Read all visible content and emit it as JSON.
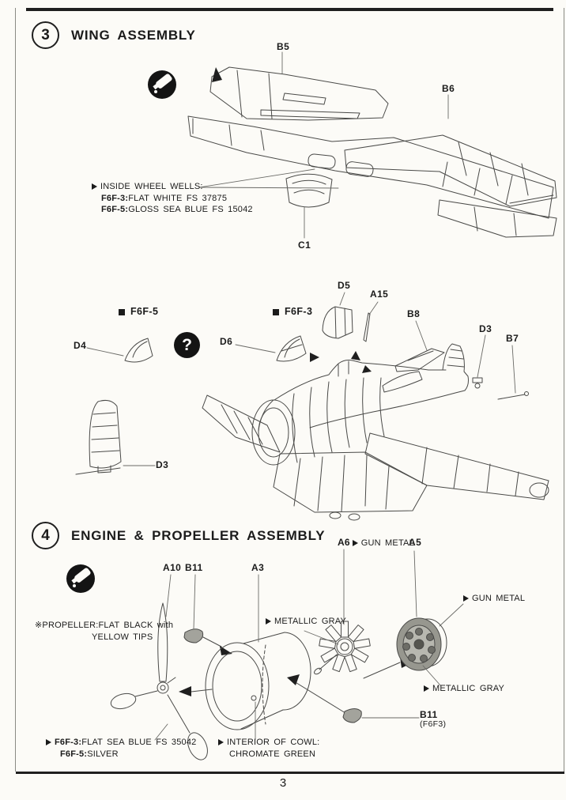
{
  "page": {
    "number": "3"
  },
  "icons": {
    "question_mark": "?"
  },
  "section3": {
    "step": "3",
    "title": "WING ASSEMBLY",
    "parts": {
      "b5": "B5",
      "b6": "B6",
      "c1": "C1"
    },
    "wheel_wells": {
      "header": "INSIDE WHEEL WELLS:",
      "f6f3_part": "F6F-3:",
      "f6f3_color": "FLAT WHITE FS 37875",
      "f6f5_part": "F6F-5:",
      "f6f5_color": "GLOSS SEA BLUE FS 15042"
    }
  },
  "canopy_section": {
    "variant_left": "F6F-5",
    "variant_right": "F6F-3",
    "parts": {
      "d4": "D4",
      "d6": "D6",
      "d5": "D5",
      "a15": "A15",
      "b8": "B8",
      "d3_right": "D3",
      "b7": "B7",
      "d3_left": "D3"
    }
  },
  "section4": {
    "step": "4",
    "title": "ENGINE & PROPELLER ASSEMBLY",
    "parts": {
      "a10": "A10",
      "b11_top": "B11",
      "a3": "A3",
      "a6": "A6",
      "a5": "A5",
      "b11_bottom": "B11",
      "b11_bottom_variant": "(F6F3)"
    },
    "callouts": {
      "gun_metal_a6": "GUN METAL",
      "gun_metal_a5": "GUN METAL",
      "metallic_gray_engine": "METALLIC GRAY",
      "metallic_gray_plate": "METALLIC GRAY"
    },
    "propeller_note": {
      "prefix": "※",
      "label": "PROPELLER:",
      "line1": "FLAT BLACK with",
      "line2": "YELLOW TIPS"
    },
    "paint_note": {
      "f6f3_part": "F6F-3:",
      "f6f3_color": "FLAT SEA BLUE FS 35042",
      "f6f5_part": "F6F-5:",
      "f6f5_color": "SILVER"
    },
    "cowl_note": {
      "line1": "INTERIOR OF COWL:",
      "line2": "CHROMATE GREEN"
    }
  }
}
